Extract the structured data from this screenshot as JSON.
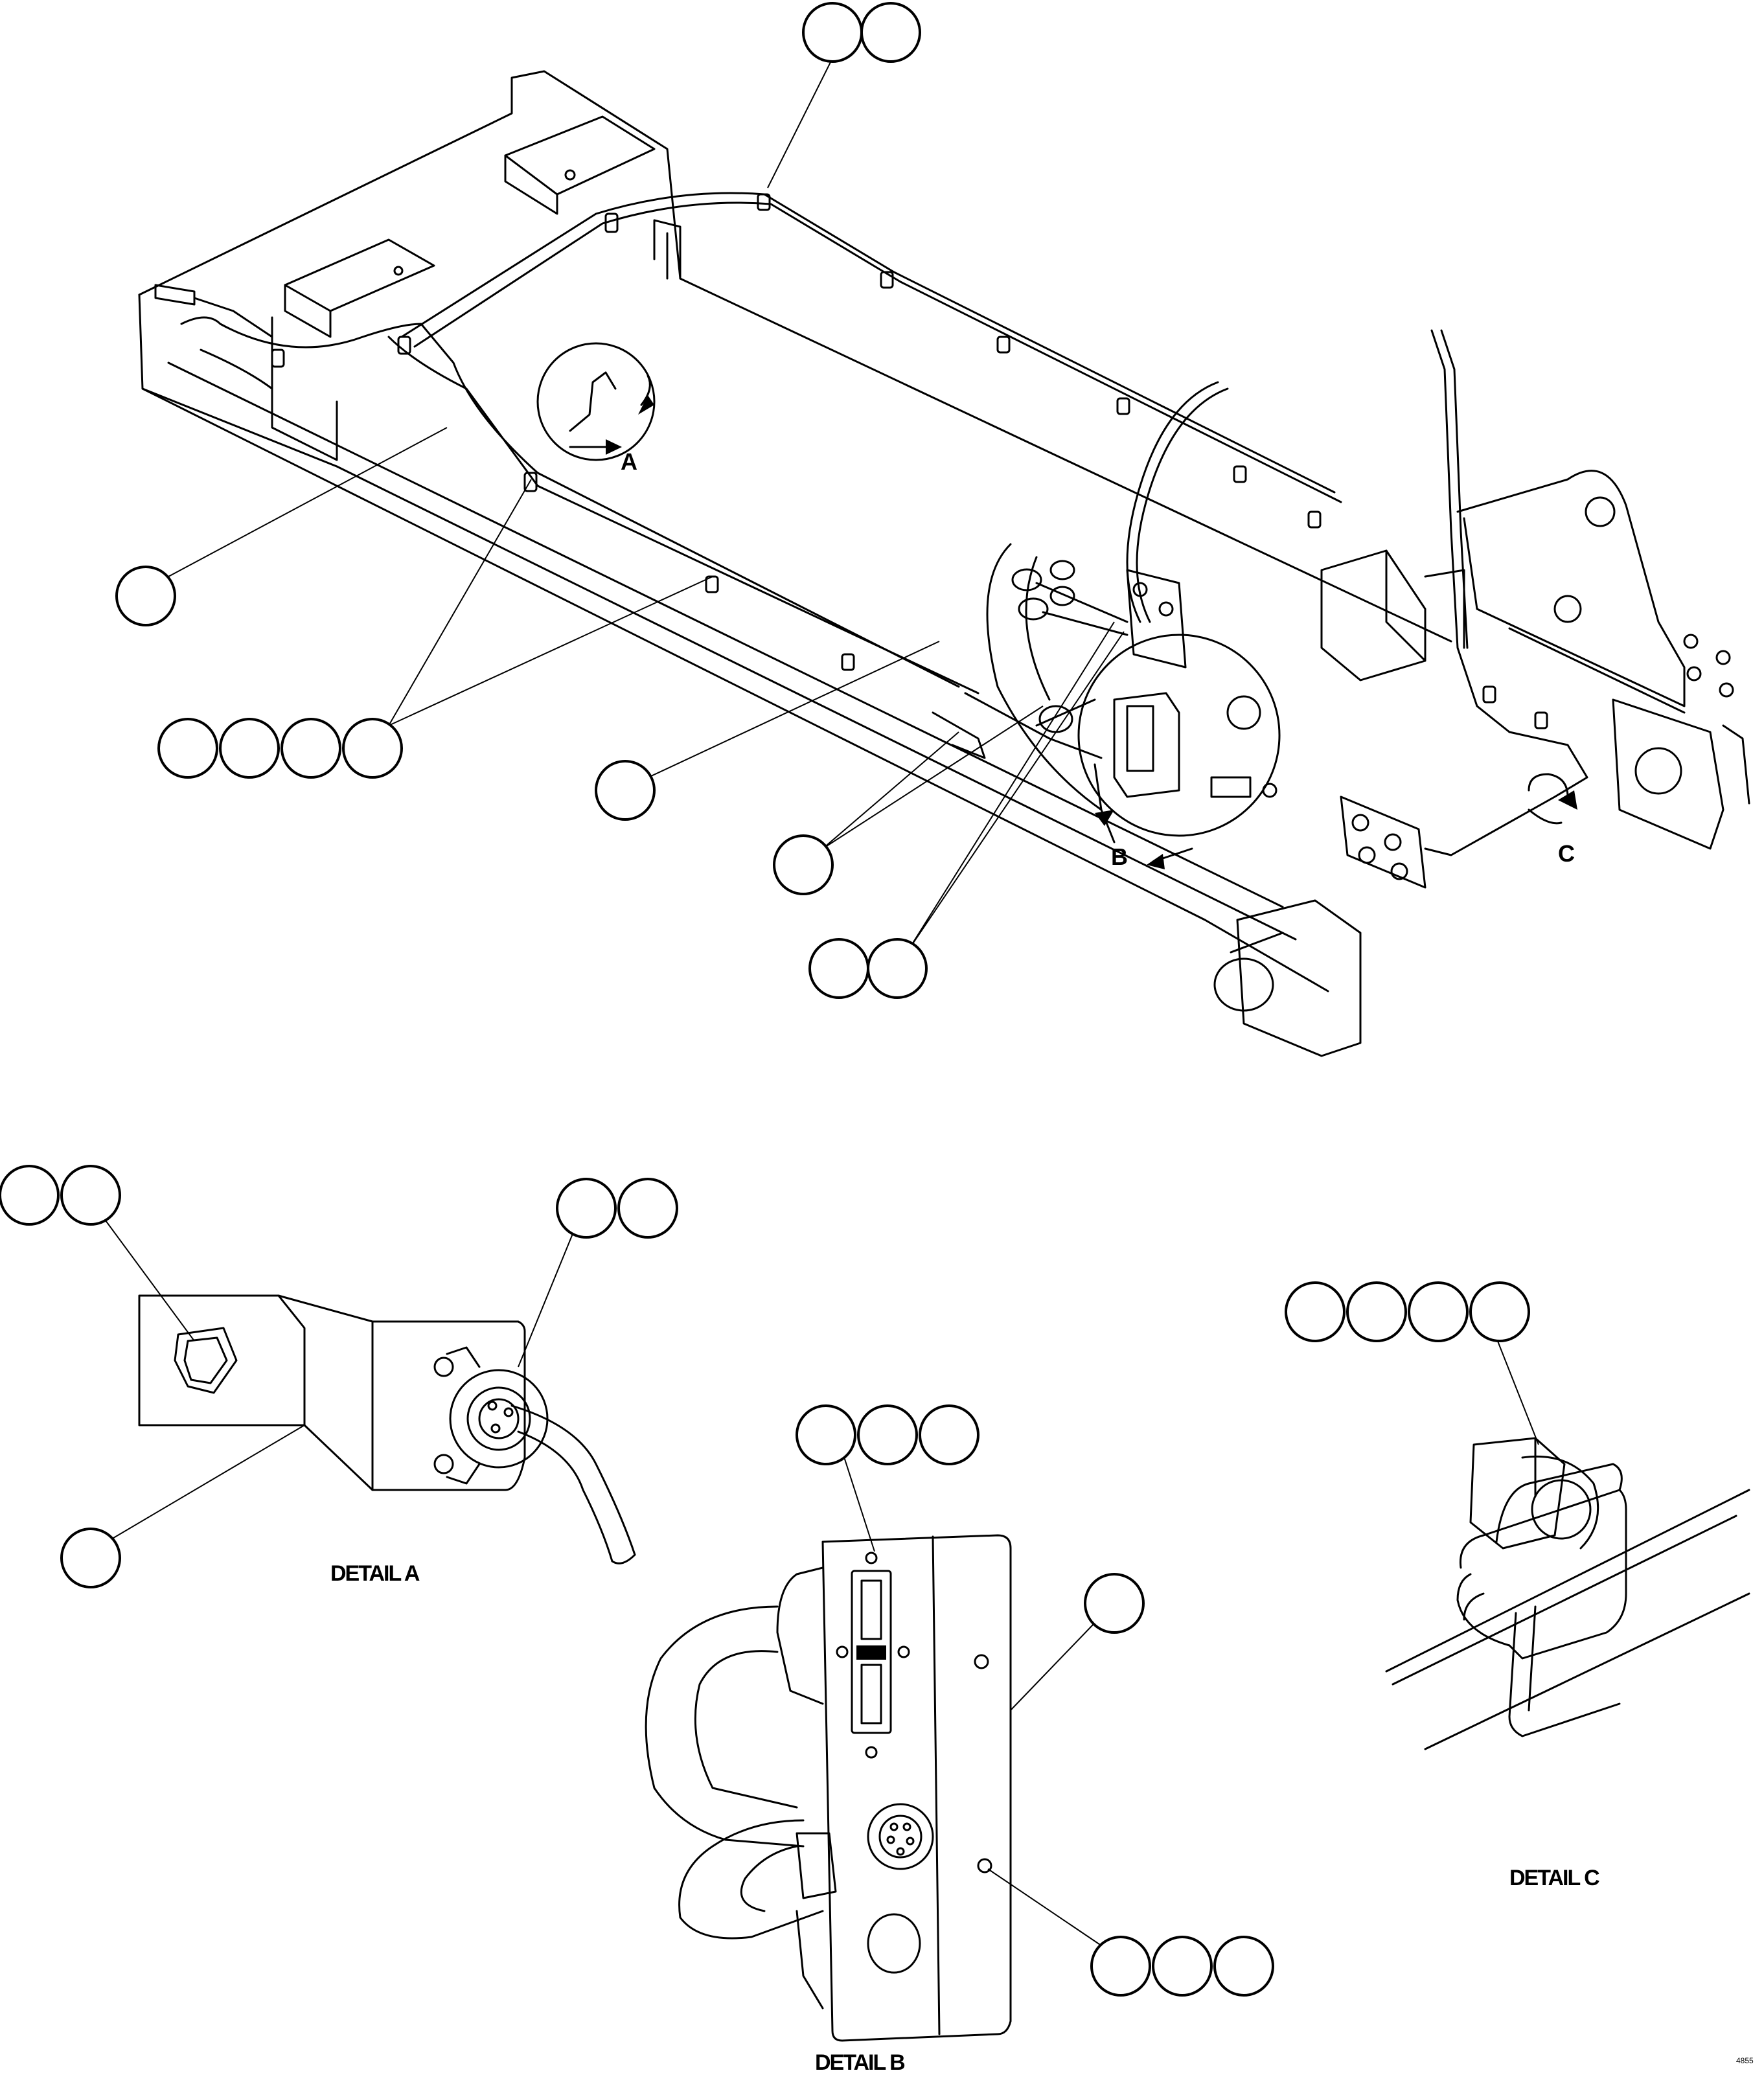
{
  "details": {
    "a": {
      "caption": "DETAIL A",
      "marker": "A"
    },
    "b": {
      "caption": "DETAIL B",
      "marker": "B"
    },
    "c": {
      "caption": "DETAIL C",
      "marker": "C"
    }
  },
  "figure_code": "4855"
}
